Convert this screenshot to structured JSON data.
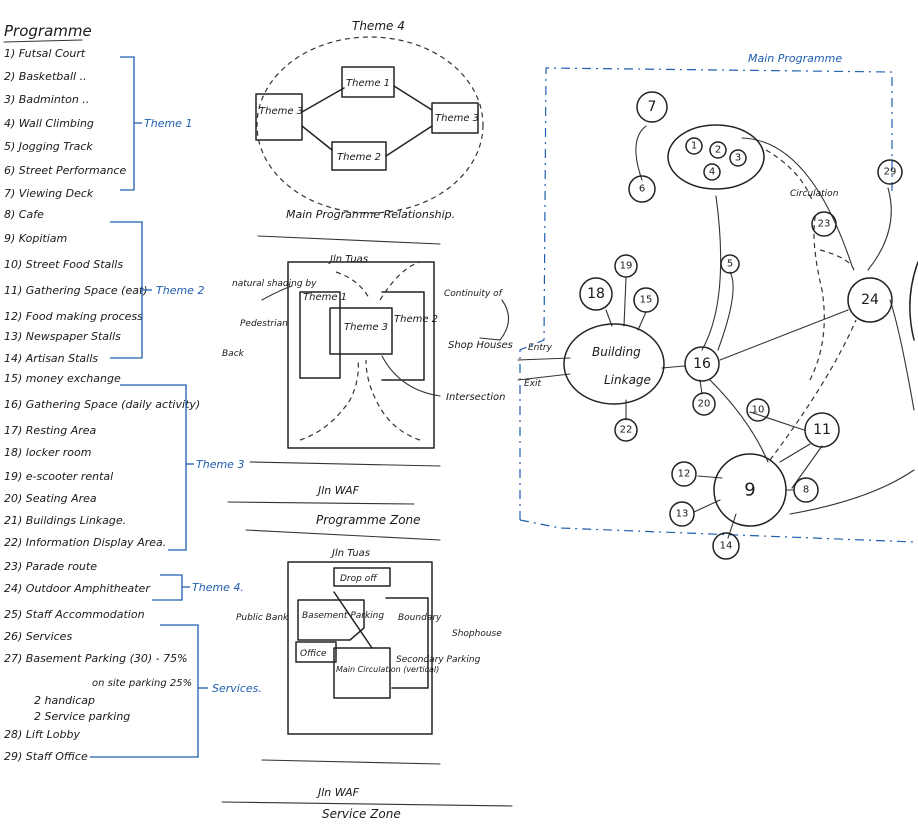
{
  "programme": {
    "heading": "Programme",
    "items": [
      "1) Futsal Court",
      "2) Basketball ..",
      "3) Badminton ..",
      "4) Wall Climbing",
      "5) Jogging Track",
      "6) Street Performance",
      "7) Viewing Deck",
      "8) Cafe",
      "9) Kopitiam",
      "10) Street Food Stalls",
      "11) Gathering Space (eat)",
      "12) Food making process",
      "13) Newspaper Stalls",
      "14) Artisan Stalls",
      "15) money exchange",
      "16) Gathering Space (daily activity)",
      "17) Resting Area",
      "18) locker room",
      "19) e-scooter rental",
      "20) Seating Area",
      "21) Buildings Linkage.",
      "22) Information Display Area.",
      "23) Parade route",
      "24) Outdoor Amphitheater",
      "25) Staff Accommodation",
      "26) Services",
      "27) Basement Parking (30) - 75%",
      "on site parking 25%",
      "2 handicap",
      "2 Service parking",
      "28) Lift Lobby",
      "29) Staff Office"
    ],
    "theme_labels": [
      "Theme 1",
      "Theme 2",
      "Theme 3",
      "Theme 4.",
      "Services."
    ]
  },
  "relationship": {
    "top_label": "Theme 4",
    "boxes": [
      "Theme 1",
      "Theme 3",
      "Theme 3",
      "Theme 2"
    ],
    "caption": "Main Programme Relationship."
  },
  "programme_zone": {
    "road_top": "Jln Tuas",
    "road_bottom": "Jln WAF",
    "boxes": [
      "Theme 1",
      "Theme 3",
      "Theme 2"
    ],
    "notes": [
      "natural shading by",
      "Pedestrian",
      "Back",
      "Continuity of",
      "Shop Houses",
      "Intersection"
    ],
    "caption": "Programme Zone"
  },
  "service_zone": {
    "road_top": "Jln Tuas",
    "road_bottom": "Jln WAF",
    "boxes": [
      "Drop off",
      "Basement Parking",
      "Office",
      "Main Circulation (vertical)",
      "Secondary Parking"
    ],
    "notes": [
      "Public Bank",
      "Boundary",
      "Shophouse"
    ],
    "caption": "Service Zone"
  },
  "main_programme": {
    "title": "Main Programme",
    "hub": [
      "Building",
      "Linkage"
    ],
    "labels": [
      "Entry",
      "Exit",
      "Circulation"
    ],
    "nodes": [
      "1",
      "2",
      "3",
      "4",
      "5",
      "6",
      "7",
      "8",
      "9",
      "10",
      "11",
      "12",
      "13",
      "14",
      "15",
      "16",
      "18",
      "19",
      "20",
      "22",
      "23",
      "24",
      "29"
    ]
  }
}
